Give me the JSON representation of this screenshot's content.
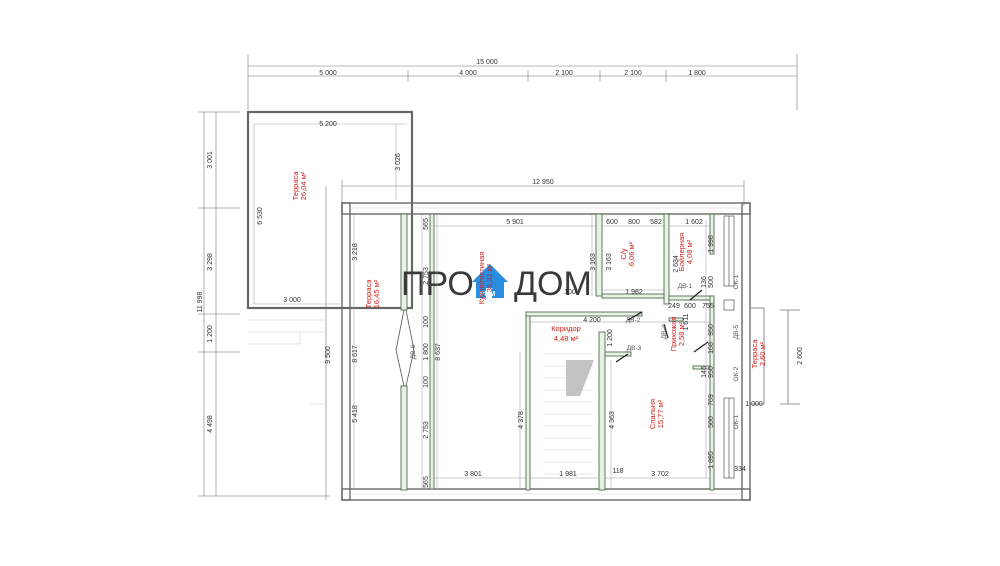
{
  "logo": {
    "left": "ПРО",
    "right": "ДОМ",
    "sub": "РЕМ"
  },
  "top_dims": {
    "total": "15 000",
    "d1": "5 000",
    "d2": "4 000",
    "d3": "2 100",
    "d4": "2 100",
    "d5": "1 800"
  },
  "left_dims": {
    "total": "11 998",
    "d1": "3 001",
    "d2": "3 298",
    "d3": "1 200",
    "d4": "4 498",
    "d5": "9 500"
  },
  "terrace_top": {
    "name": "Терраса",
    "area": "26,04 м²",
    "w_top": "5 200",
    "h_left": "6 530",
    "h_right": "3 026",
    "w_bottom": "3 000"
  },
  "house": {
    "width": "12 950"
  },
  "rooms": {
    "terrace_left": {
      "name": "Терраса",
      "area": "16,45 м²"
    },
    "kitchen": {
      "name": "Кухня/гостиная",
      "area": "35,32 м²"
    },
    "wc": {
      "name": "С/у",
      "area": "6,06 м²"
    },
    "boiler": {
      "name": "Бойлерная",
      "area": "4,08 м²"
    },
    "hall": {
      "name": "Прихожая",
      "area": "2,58 м²"
    },
    "corridor": {
      "name": "Коридор",
      "area": "4,48 м²"
    },
    "bedroom": {
      "name": "Спальня",
      "area": "15,77 м²"
    },
    "terrace_right": {
      "name": "Терраса",
      "area": "2,60 м²"
    }
  },
  "inner_dims": {
    "top_5901": "5 901",
    "top_600": "600",
    "top_800": "800",
    "top_582": "582",
    "top_1602": "1 602",
    "v_565a": "565",
    "v_2753a": "2 753",
    "v_100a": "100",
    "v_1800": "1 800",
    "v_100b": "100",
    "v_2753b": "2 753",
    "v_565b": "565",
    "v_3218": "3 218",
    "v_8617": "8 617",
    "v_5418": "5 418",
    "v_8637": "8 637",
    "v_3163a": "3 163",
    "v_3163b": "3 163",
    "v_2634": "2 634",
    "v_1998": "1 998",
    "v_136": "136",
    "v_500a": "500",
    "h_100": "100",
    "h_1982": "1 982",
    "h_249": "249",
    "h_600": "600",
    "h_755": "755",
    "h_4200": "4 200",
    "v_1200": "1 200",
    "v_1611": "1 611",
    "v_950": "950",
    "v_168": "168",
    "v_950b": "950",
    "v_146": "146",
    "v_769": "769",
    "v_500b": "500",
    "v_1895": "1 895",
    "v_4378": "4 378",
    "v_4363": "4 363",
    "b_3801": "3 801",
    "b_1981": "1 981",
    "b_118": "118",
    "b_3702": "3 702",
    "b_334": "334",
    "r_1000": "1 000",
    "r_2600": "2 600"
  },
  "tags": {
    "dv1": "ДВ-1",
    "dv2": "ДВ-2",
    "dv3": "ДВ-3",
    "dv4": "ДВ-4",
    "dv6": "ДВ-6",
    "ok1a": "ОК-1",
    "ok1b": "ОК-1",
    "ok2": "ОК-2",
    "dv5": "ДВ-5"
  }
}
